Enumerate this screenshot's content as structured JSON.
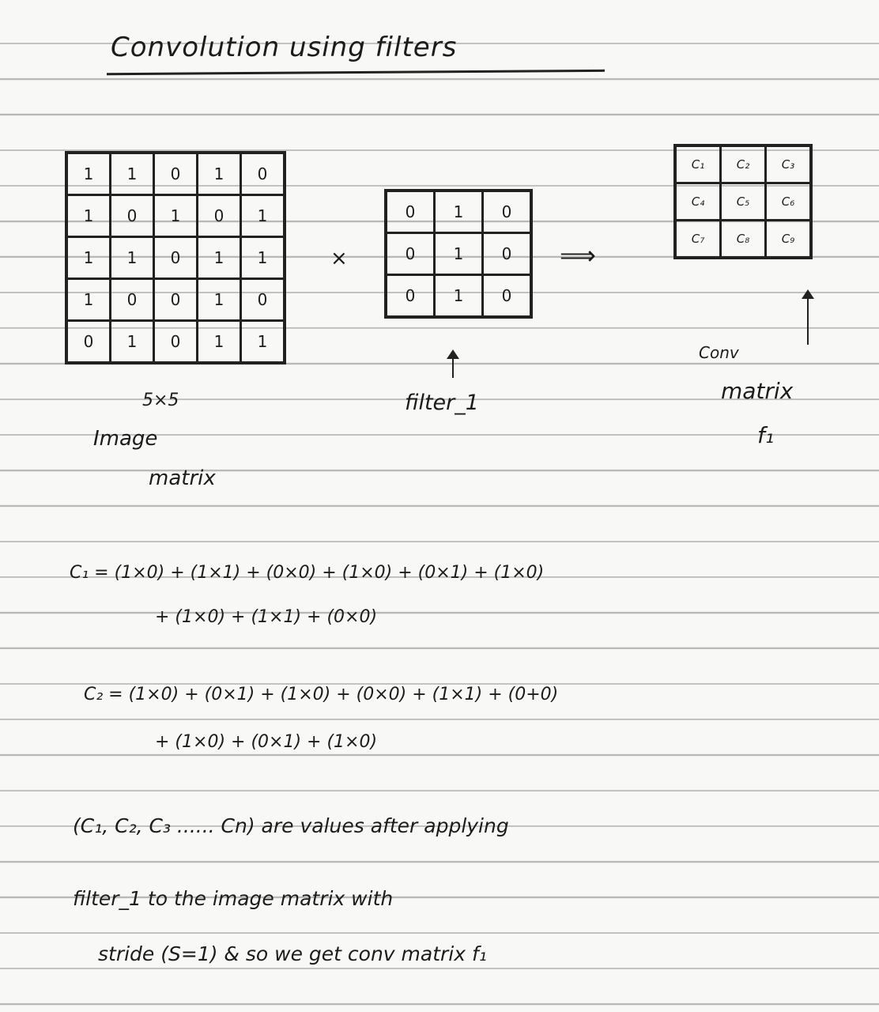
{
  "title": "Convolution using filters",
  "image_matrix": {
    "rows": [
      [
        "1",
        "1",
        "0",
        "1",
        "0"
      ],
      [
        "1",
        "0",
        "1",
        "0",
        "1"
      ],
      [
        "1",
        "1",
        "0",
        "1",
        "1"
      ],
      [
        "1",
        "0",
        "0",
        "1",
        "0"
      ],
      [
        "0",
        "1",
        "0",
        "1",
        "1"
      ]
    ],
    "size_label": "5×5",
    "label_line1": "Image",
    "label_line2": "matrix"
  },
  "operator_times": "×",
  "filter_matrix": {
    "rows": [
      [
        "0",
        "1",
        "0"
      ],
      [
        "0",
        "1",
        "0"
      ],
      [
        "0",
        "1",
        "0"
      ]
    ],
    "label": "filter_1"
  },
  "operator_implies": "⟹",
  "conv_matrix": {
    "rows": [
      [
        "C₁",
        "C₂",
        "C₃"
      ],
      [
        "C₄",
        "C₅",
        "C₆"
      ],
      [
        "C₇",
        "C₈",
        "C₉"
      ]
    ],
    "label_line1": "Conv",
    "label_line2": "matrix",
    "label_line3": "f₁"
  },
  "equations": {
    "c1_line1": "C₁ = (1×0) + (1×1) + (0×0) + (1×0) + (0×1) + (1×0)",
    "c1_line2": "+ (1×0) + (1×1) + (0×0)",
    "c2_line1": "C₂ = (1×0) + (0×1) + (1×0) + (0×0) + (1×1) + (0+0)",
    "c2_line2": "+ (1×0) + (0×1) + (1×0)"
  },
  "notes": {
    "line1": "(C₁, C₂, C₃ ...... Cn) are values after applying",
    "line2": "filter_1 to the image matrix with",
    "line3": "stride (S=1) & so we get conv matrix f₁"
  }
}
